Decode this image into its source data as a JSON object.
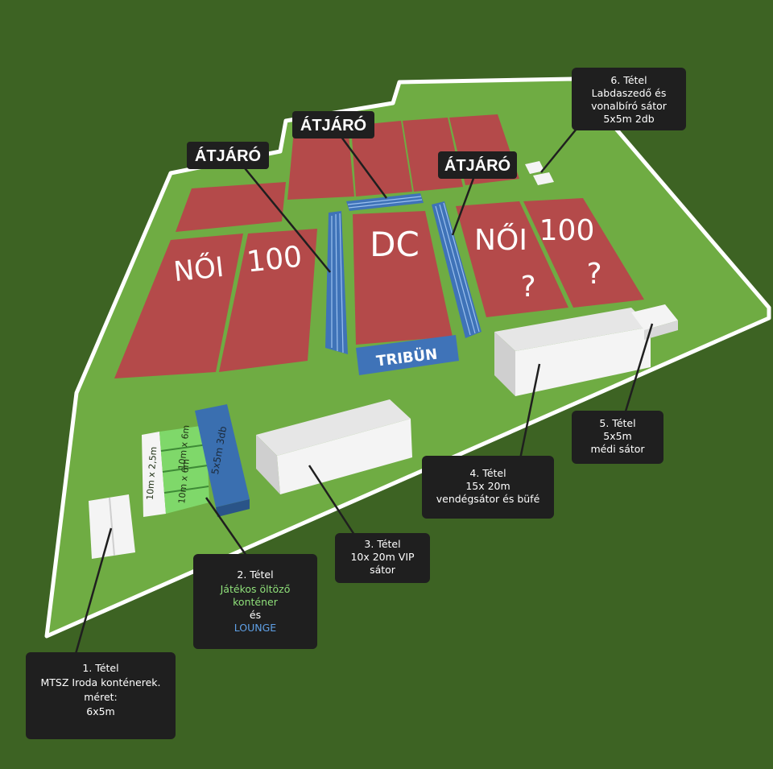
{
  "colors": {
    "background": "#3d6323",
    "field": "#6fac43",
    "court": "#b44a4a",
    "stand": "#3f73b8",
    "tent": "#f4f4f4",
    "container_green": "#7fd86a",
    "container_blue": "#3a6fb0",
    "callout": "#1f1f1f"
  },
  "courts": {
    "left_a": "NŐI",
    "left_b": "100",
    "center": "DC",
    "right_a": "NŐI",
    "right_a_sub": "?",
    "right_b": "100",
    "right_b_sub": "?"
  },
  "stand_label": "TRIBÜN",
  "passages": [
    {
      "label": "ÁTJÁRÓ"
    },
    {
      "label": "ÁTJÁRÓ"
    },
    {
      "label": "ÁTJÁRÓ"
    }
  ],
  "containers": {
    "white_label": "10m x 2,5m",
    "green_label_1": "10m x 6m",
    "green_label_2": "10m x 6m",
    "blue_label": "5x5m 3db"
  },
  "callouts": {
    "t1": {
      "lines": [
        "1. Tétel",
        "MTSZ Iroda konténerek.",
        "méret:",
        "6x5m"
      ]
    },
    "t2": {
      "title": "2. Tétel",
      "green_1": "Játékos öltöző",
      "green_2": "konténer",
      "and": "és",
      "blue": "LOUNGE"
    },
    "t3": {
      "lines": [
        "3. Tétel",
        "10x 20m VIP",
        "sátor"
      ]
    },
    "t4": {
      "lines": [
        "4. Tétel",
        "15x 20m",
        "vendégsátor és büfé"
      ]
    },
    "t5": {
      "lines": [
        "5. Tétel",
        "5x5m",
        "médi sátor"
      ]
    },
    "t6": {
      "lines": [
        "6. Tétel",
        "Labdaszedő és",
        "vonalbíró sátor",
        "5x5m 2db"
      ]
    }
  }
}
